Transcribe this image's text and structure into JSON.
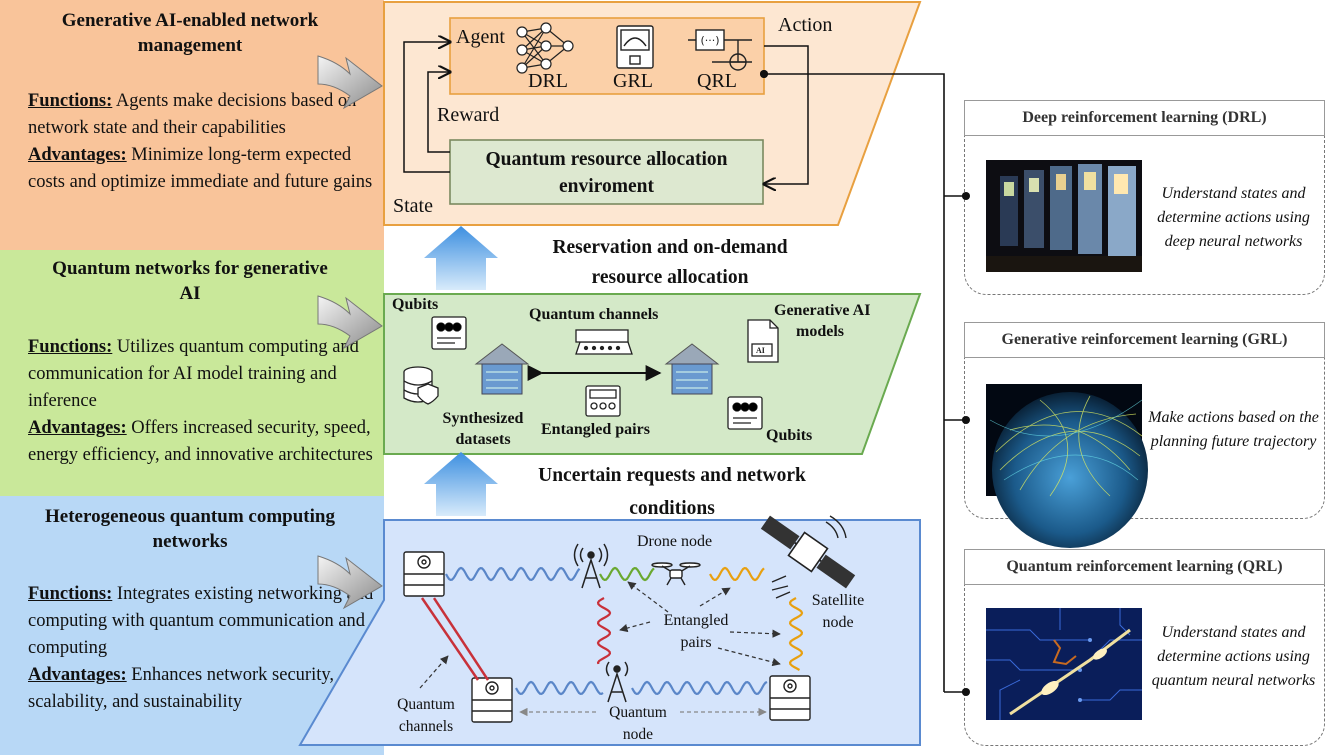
{
  "left_panels": {
    "management": {
      "title": "Generative AI-enabled network management",
      "functions_label": "Functions:",
      "functions_text": "Agents make decisions based on network state and their capabilities",
      "advantages_label": "Advantages:",
      "advantages_text": "Minimize long-term expected costs and optimize immediate and future gains"
    },
    "quantum_for_ai": {
      "title": "Quantum networks for generative AI",
      "functions_label": "Functions:",
      "functions_text": "Utilizes quantum computing and communication for AI model training and inference",
      "advantages_label": "Advantages:",
      "advantages_text": "Offers increased security, speed, energy efficiency, and innovative architectures"
    },
    "heterogeneous": {
      "title": "Heterogeneous quantum computing networks",
      "functions_label": "Functions:",
      "functions_text": "Integrates existing networking and computing with quantum communication and computing",
      "advantages_label": "Advantages:",
      "advantages_text": "Enhances network security, scalability, and sustainability"
    }
  },
  "top_layer": {
    "agent": "Agent",
    "drl": "DRL",
    "grl": "GRL",
    "qrl": "QRL",
    "action": "Action",
    "reward": "Reward",
    "state": "State",
    "environment_line1": "Quantum resource allocation",
    "environment_line2": "enviroment"
  },
  "mid_caption": {
    "line1": "Reservation and on-demand",
    "line2": "resource allocation"
  },
  "middle_layer": {
    "qubits_left": "Qubits",
    "quantum_channels": "Quantum channels",
    "gen_models_line1": "Generative AI",
    "gen_models_line2": "models",
    "synth_line1": "Synthesized",
    "synth_line2": "datasets",
    "entangled": "Entangled pairs",
    "qubits_right": "Qubits",
    "ai_badge": "AI"
  },
  "low_caption": {
    "line1": "Uncertain requests and network",
    "line2": "conditions"
  },
  "bottom_layer": {
    "drone": "Drone node",
    "satellite_line1": "Satellite",
    "satellite_line2": "node",
    "entangled_line1": "Entangled",
    "entangled_line2": "pairs",
    "quantum_channels_line1": "Quantum",
    "quantum_channels_line2": "channels",
    "quantum_node_line1": "Quantum",
    "quantum_node_line2": "node"
  },
  "right_cards": [
    {
      "title": "Deep reinforcement learning (DRL)",
      "text": "Understand states and determine actions using deep neural networks"
    },
    {
      "title": "Generative reinforcement learning (GRL)",
      "text": "Make actions based on the planning future trajectory"
    },
    {
      "title": "Quantum reinforcement learning (QRL)",
      "text": "Understand states and determine actions using quantum neural networks"
    }
  ],
  "colors": {
    "management": "#f9c49a",
    "quantum_for_ai": "#c9e89a",
    "heterogeneous": "#b8d8f6",
    "top_layer_fill": "#fde7d2",
    "middle_layer_fill": "#d4e9c8",
    "bottom_layer_fill": "#d5e4fb",
    "arrow_blue": "#5aa5e6",
    "wave_blue": "#5a86c8",
    "wave_green": "#6aa830",
    "wave_orange": "#e8a010",
    "wave_red": "#c8313a"
  }
}
